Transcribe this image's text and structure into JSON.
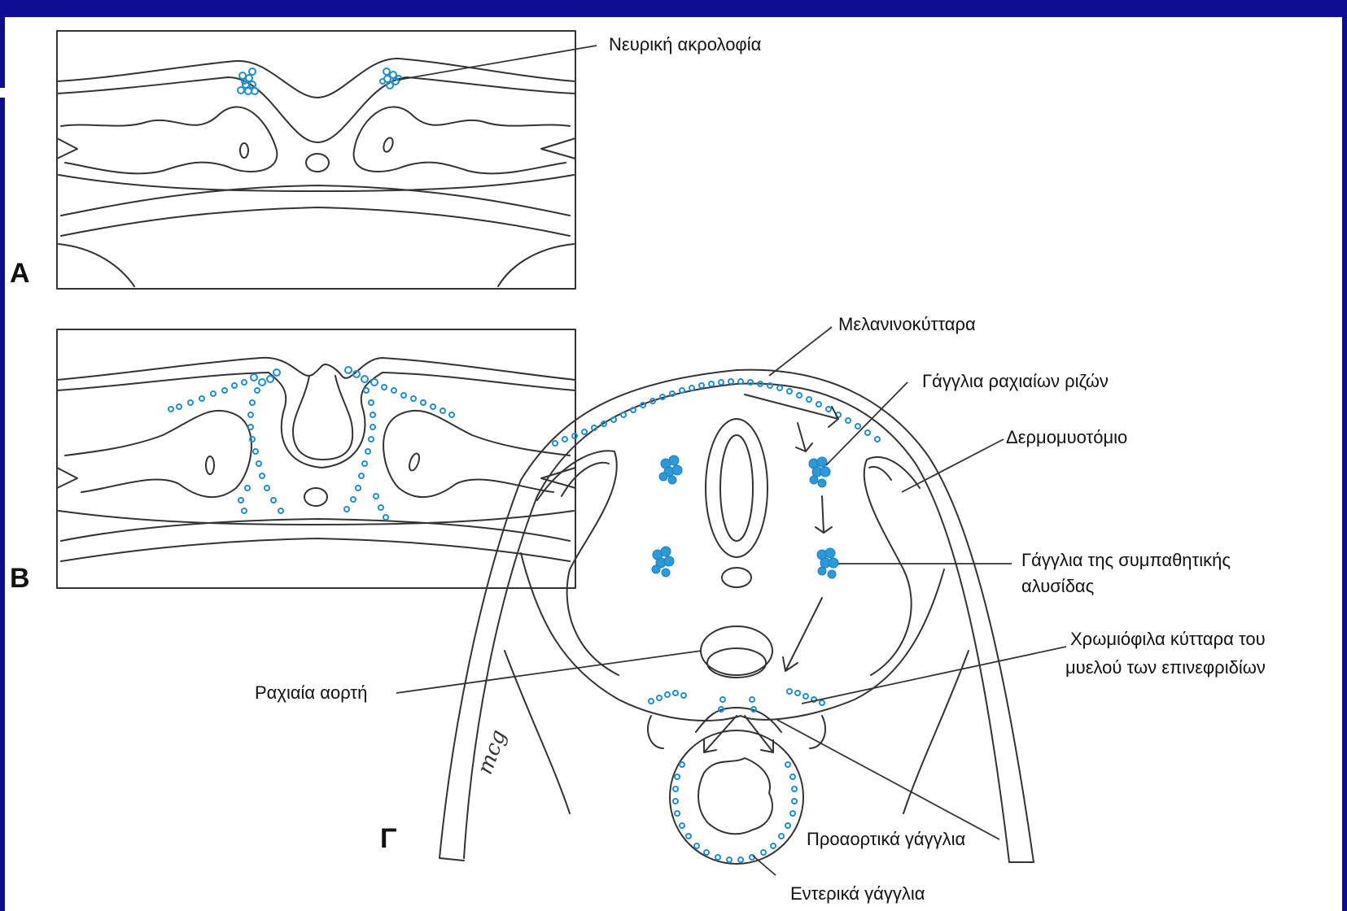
{
  "panels": {
    "a": "A",
    "b": "B",
    "c": "Γ"
  },
  "labels": {
    "neural_crest": "Νευρική ακρολοφία",
    "melanocytes": "Μελανινοκύτταρα",
    "dorsal_root_ganglia": "Γάγγλια ραχιαίων ριζών",
    "dermomyotome": "Δερμομυοτόμιο",
    "sympathetic_chain_ganglia_line1": "Γάγγλια της συμπαθητικής",
    "sympathetic_chain_ganglia_line2": "αλυσίδας",
    "chromaffin_cells_line1": "Χρωμιόφιλα κύτταρα του",
    "chromaffin_cells_line2": "μυελού των επινεφριδίων",
    "dorsal_aorta": "Ραχιαία αορτή",
    "preaortic_ganglia": "Προαορτικά γάγγλια",
    "enteric_ganglia": "Εντερικά γάγγλια"
  },
  "colors": {
    "frame": "#0d0d96",
    "cells": "#1d8fd0",
    "lines": "#333333"
  }
}
